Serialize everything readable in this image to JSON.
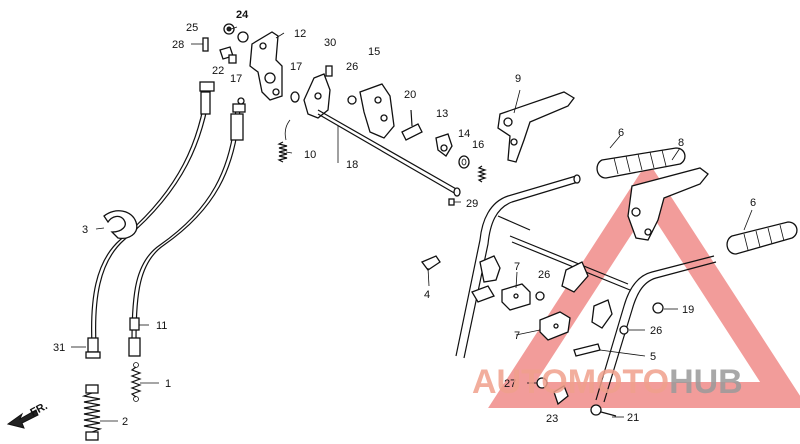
{
  "diagram": {
    "callouts": [
      {
        "id": "c25",
        "text": "25"
      },
      {
        "id": "c24",
        "text": "24"
      },
      {
        "id": "c28",
        "text": "28"
      },
      {
        "id": "c22",
        "text": "22"
      },
      {
        "id": "c17a",
        "text": "17"
      },
      {
        "id": "c12",
        "text": "12"
      },
      {
        "id": "c17b",
        "text": "17"
      },
      {
        "id": "c30",
        "text": "30"
      },
      {
        "id": "c15",
        "text": "15"
      },
      {
        "id": "c26a",
        "text": "26"
      },
      {
        "id": "c9",
        "text": "9"
      },
      {
        "id": "c20",
        "text": "20"
      },
      {
        "id": "c13",
        "text": "13"
      },
      {
        "id": "c14",
        "text": "14"
      },
      {
        "id": "c16",
        "text": "16"
      },
      {
        "id": "c10",
        "text": "10"
      },
      {
        "id": "c18",
        "text": "18"
      },
      {
        "id": "c29",
        "text": "29"
      },
      {
        "id": "c6a",
        "text": "6"
      },
      {
        "id": "c8",
        "text": "8"
      },
      {
        "id": "c6b",
        "text": "6"
      },
      {
        "id": "c3",
        "text": "3"
      },
      {
        "id": "c4",
        "text": "4"
      },
      {
        "id": "c7a",
        "text": "7"
      },
      {
        "id": "c26b",
        "text": "26"
      },
      {
        "id": "c7b",
        "text": "7"
      },
      {
        "id": "c19",
        "text": "19"
      },
      {
        "id": "c26c",
        "text": "26"
      },
      {
        "id": "c11",
        "text": "11"
      },
      {
        "id": "c31",
        "text": "31"
      },
      {
        "id": "c5",
        "text": "5"
      },
      {
        "id": "c1",
        "text": "1"
      },
      {
        "id": "c27",
        "text": "27"
      },
      {
        "id": "c2",
        "text": "2"
      },
      {
        "id": "c23",
        "text": "23"
      },
      {
        "id": "c21",
        "text": "21"
      }
    ],
    "direction_label": "FR.",
    "watermark": {
      "part1": "AUTOMOTO",
      "part2": "HUB",
      "color_primary": "#f0a08c",
      "color_secondary": "#9a9a9a",
      "triangle_color": "#ee7b78"
    }
  }
}
